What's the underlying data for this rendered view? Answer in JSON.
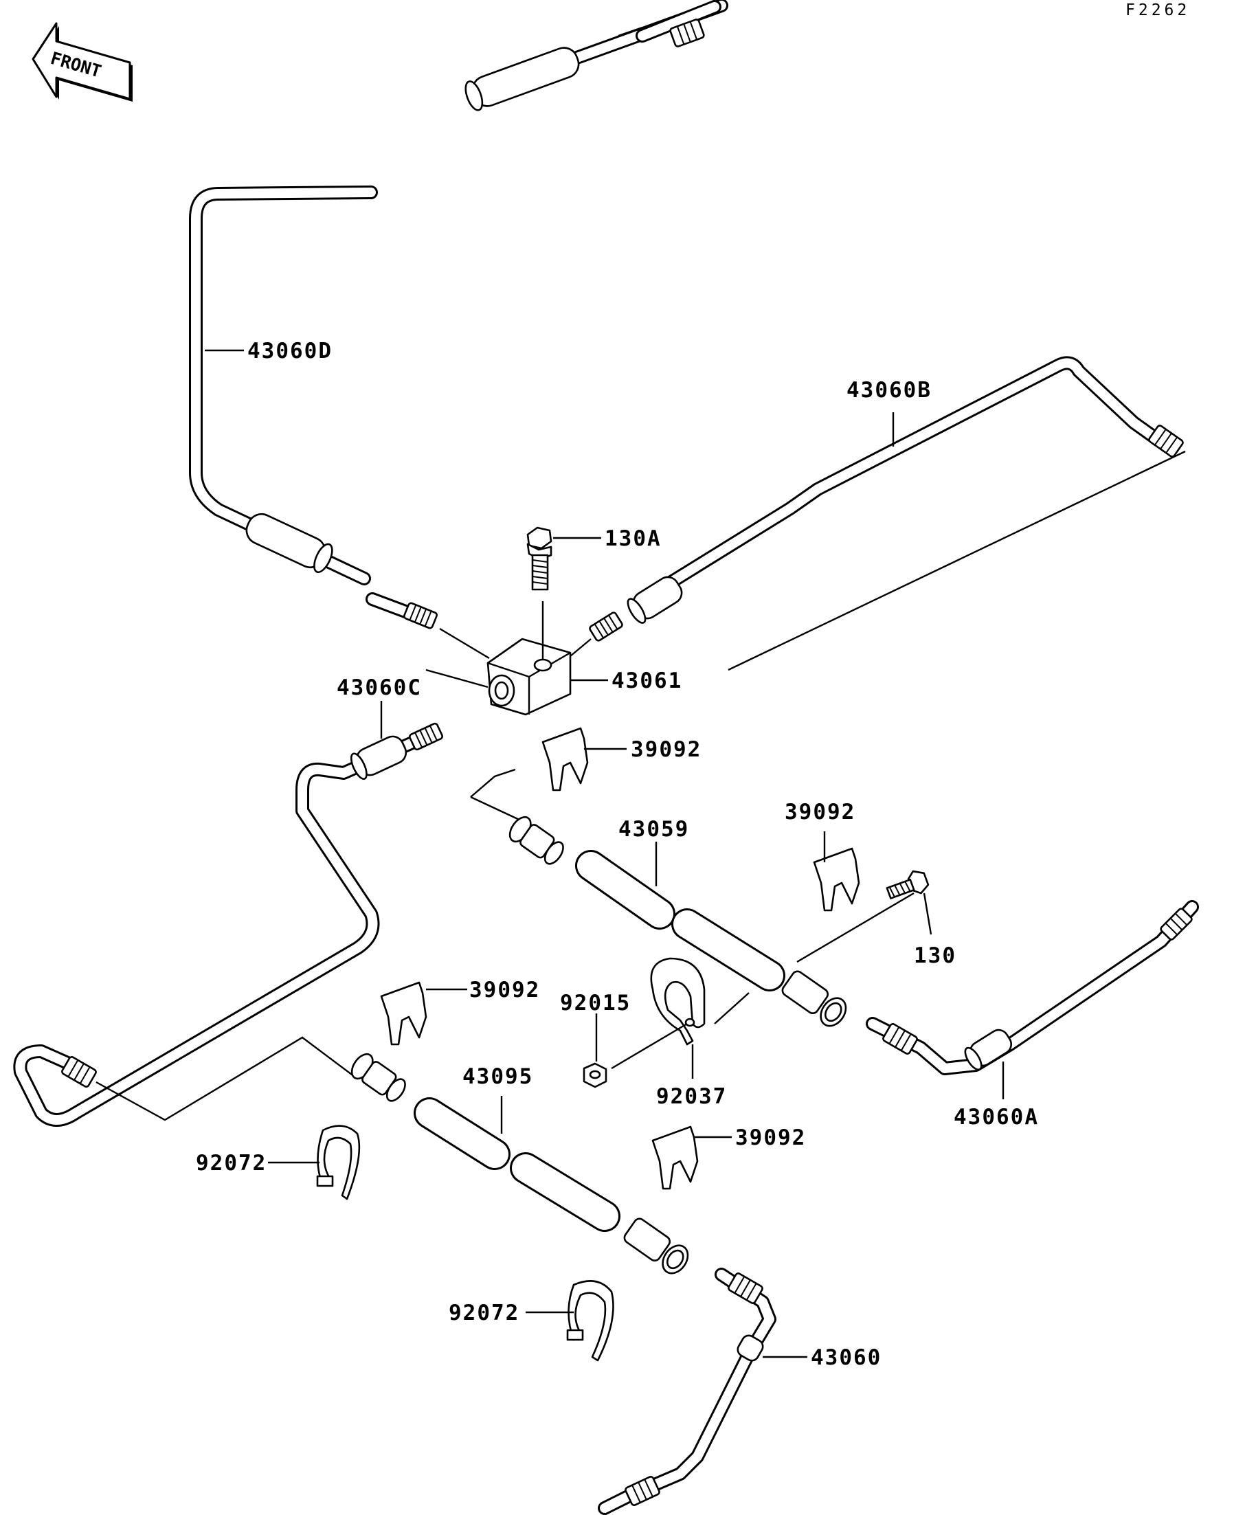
{
  "figure_code": "F2262",
  "front_label": "FRONT",
  "callouts": {
    "c_43060D": "43060D",
    "c_43060B": "43060B",
    "c_130A": "130A",
    "c_43061": "43061",
    "c_43060C": "43060C",
    "c_39092_a": "39092",
    "c_43059": "43059",
    "c_39092_b": "39092",
    "c_130": "130",
    "c_39092_c": "39092",
    "c_92015": "92015",
    "c_92037": "92037",
    "c_43060A": "43060A",
    "c_43095": "43095",
    "c_39092_d": "39092",
    "c_92072_a": "92072",
    "c_92072_b": "92072",
    "c_43060": "43060"
  }
}
